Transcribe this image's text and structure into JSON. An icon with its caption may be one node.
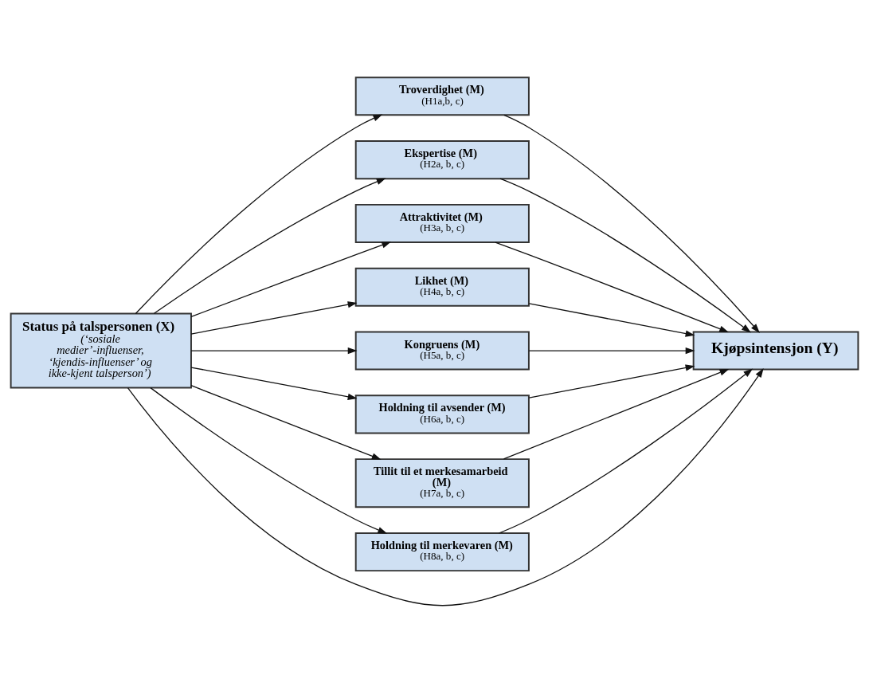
{
  "diagram": {
    "nodes": [
      {
        "text": [
          "Status på talspersonen (X)",
          "(‘sosiale medier’-influenser, ‘kjendis-influenser’ og ikke-kjent talsperson’)"
        ]
      },
      {
        "text": [
          "Troverdighet (M)",
          "(H1a,b, c)"
        ]
      },
      {
        "text": [
          "Ekspertise (M)",
          "(H2a, b, c)"
        ]
      },
      {
        "text": [
          "Attraktivitet (M)",
          "(H3a, b, c)"
        ]
      },
      {
        "text": [
          "Likhet (M)",
          "(H4a, b, c)"
        ]
      },
      {
        "text": [
          "Kongruens (M)",
          "(H5a, b, c)"
        ]
      },
      {
        "text": [
          "Holdning til avsender (M)",
          "(H6a, b, c)"
        ]
      },
      {
        "text": [
          "Tillit til et merkesamarbeid (M)",
          "(H7a, b, c)"
        ]
      },
      {
        "text": [
          "Holdning til merkevaren (M)",
          "(H8a, b, c)"
        ]
      },
      {
        "text": [
          "Kjøpsintensjon (Y)"
        ]
      }
    ],
    "edges": [
      {
        "from": 0,
        "to": 1,
        "arrow": "to"
      },
      {
        "from": 0,
        "to": 2,
        "arrow": "to"
      },
      {
        "from": 0,
        "to": 3,
        "arrow": "to"
      },
      {
        "from": 0,
        "to": 4,
        "arrow": "to"
      },
      {
        "from": 0,
        "to": 5,
        "arrow": "to"
      },
      {
        "from": 0,
        "to": 6,
        "arrow": "to"
      },
      {
        "from": 0,
        "to": 7,
        "arrow": "to"
      },
      {
        "from": 0,
        "to": 8,
        "arrow": "to"
      },
      {
        "from": 1,
        "to": 9,
        "arrow": "to"
      },
      {
        "from": 2,
        "to": 9,
        "arrow": "to"
      },
      {
        "from": 3,
        "to": 9,
        "arrow": "to"
      },
      {
        "from": 4,
        "to": 9,
        "arrow": "to"
      },
      {
        "from": 5,
        "to": 9,
        "arrow": "to"
      },
      {
        "from": 6,
        "to": 9,
        "arrow": "to"
      },
      {
        "from": 7,
        "to": 9,
        "arrow": "to"
      },
      {
        "from": 8,
        "to": 9,
        "arrow": "to"
      },
      {
        "from": 0,
        "to": 9,
        "arrow": "to"
      }
    ]
  }
}
